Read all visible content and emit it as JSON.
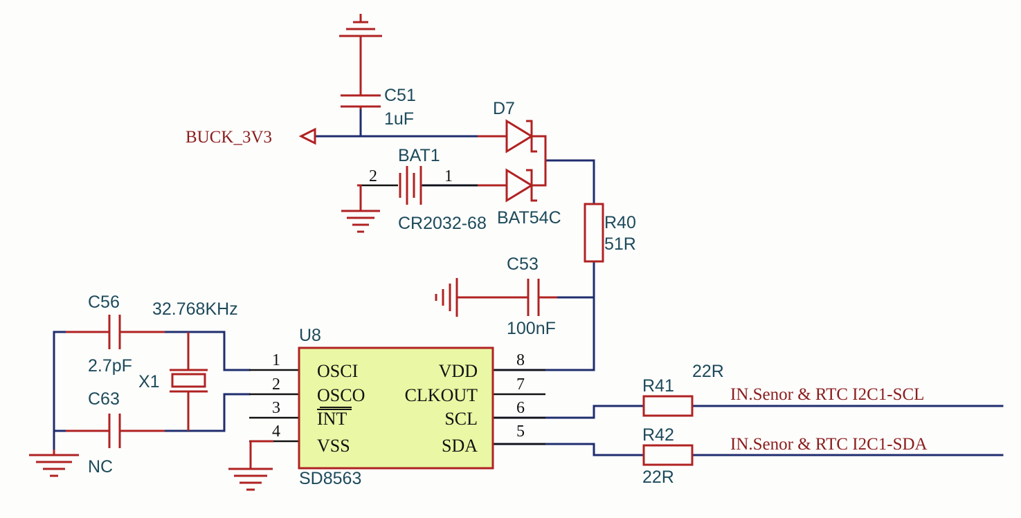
{
  "colors": {
    "wire": "#1f2d6e",
    "component": "#b02222",
    "label": "#1d4a5a",
    "netlabel": "#8a1c1c",
    "chip_fill": "#eaf7a4"
  },
  "nets": {
    "buck": "BUCK_3V3",
    "scl": "IN.Senor & RTC  I2C1-SCL",
    "sda": "IN.Senor & RTC  I2C1-SDA"
  },
  "components": {
    "c51": {
      "ref": "C51",
      "value": "1uF"
    },
    "d7": {
      "ref": "D7",
      "value": "BAT54C"
    },
    "bat1": {
      "ref": "BAT1",
      "value": "CR2032-68",
      "pin_left": "2",
      "pin_right": "1"
    },
    "r40": {
      "ref": "R40",
      "value": "51R"
    },
    "c53": {
      "ref": "C53",
      "value": "100nF"
    },
    "c56": {
      "ref": "C56",
      "value": "2.7pF"
    },
    "c63": {
      "ref": "C63",
      "value": "NC"
    },
    "x1": {
      "ref": "X1",
      "value": "32.768KHz"
    },
    "r41": {
      "ref": "R41",
      "value": "22R"
    },
    "r42": {
      "ref": "R42",
      "value": "22R"
    }
  },
  "chip": {
    "ref": "U8",
    "part": "SD8563",
    "left_pins": [
      {
        "num": "1",
        "name": "OSCI"
      },
      {
        "num": "2",
        "name": "OSCO"
      },
      {
        "num": "3",
        "name": "INT"
      },
      {
        "num": "4",
        "name": "VSS"
      }
    ],
    "right_pins": [
      {
        "num": "8",
        "name": "VDD"
      },
      {
        "num": "7",
        "name": "CLKOUT"
      },
      {
        "num": "6",
        "name": "SCL"
      },
      {
        "num": "5",
        "name": "SDA"
      }
    ]
  }
}
